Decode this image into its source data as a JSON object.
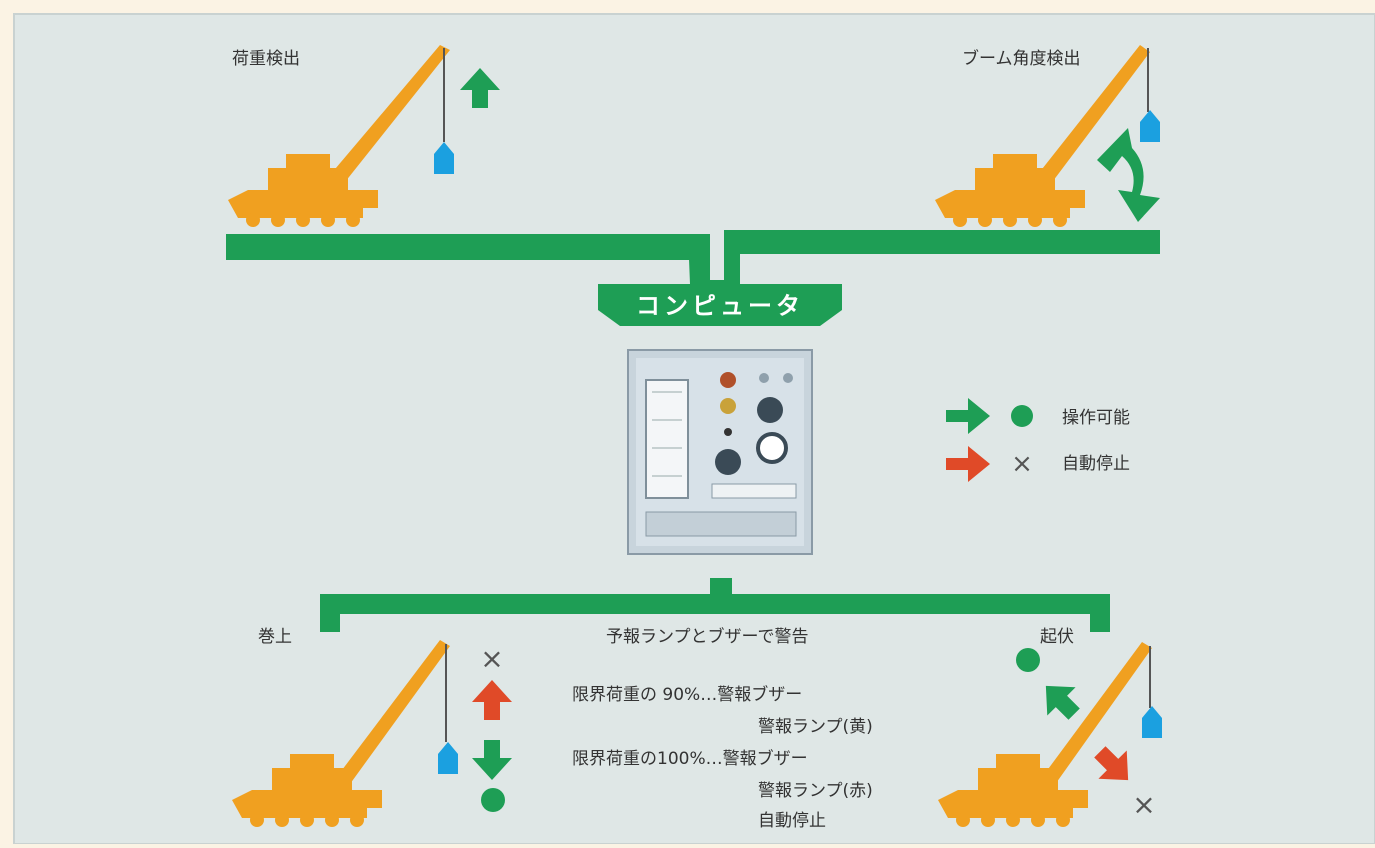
{
  "labels": {
    "load_detect": "荷重検出",
    "boom_angle_detect": "ブーム角度検出",
    "computer": "コンピュータ",
    "hoist": "巻上",
    "luffing": "起伏",
    "warning_title": "予報ランプとブザーで警告",
    "at_90_line1": "限界荷重の 90%…警報ブザー",
    "at_90_line2": "警報ランプ(黄)",
    "at_100_line1": "限界荷重の100%…警報ブザー",
    "at_100_line2": "警報ランプ(赤)",
    "at_100_line3": "自動停止"
  },
  "legend": {
    "ok_symbol": "●",
    "ok_label": "操作可能",
    "stop_symbol": "×",
    "stop_label": "自動停止"
  },
  "marks": {
    "circle": "●",
    "cross": "×"
  },
  "colors": {
    "background": "#dfe7e6",
    "crane": "#f0a020",
    "load": "#1ba0e0",
    "green": "#1e9e55",
    "red": "#e04a28"
  },
  "icons": [
    "crane-icon",
    "load-block-icon",
    "arrow-up-icon",
    "arrow-down-icon",
    "arrow-right-icon",
    "curved-double-arrow-icon",
    "control-panel-icon"
  ]
}
